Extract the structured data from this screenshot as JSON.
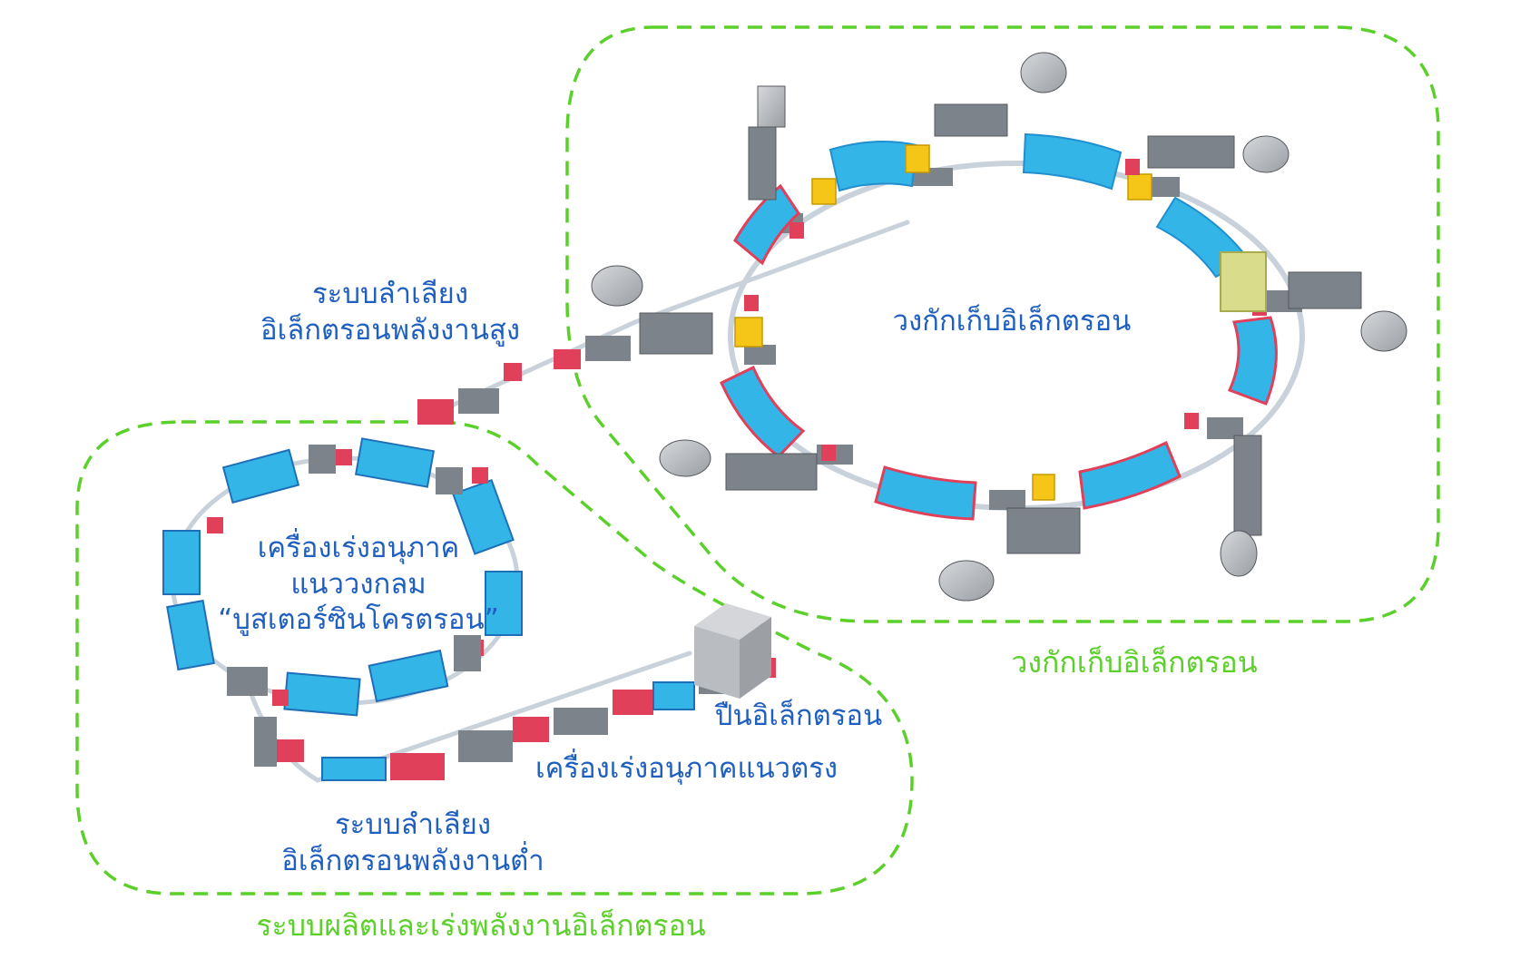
{
  "colors": {
    "label_blue": "#1f5fbf",
    "group_green": "#5cd02a",
    "magnet_blue": "#33b5e8",
    "magnet_top": "#1f8fd0",
    "quad_red": "#e0405a",
    "sextupole_yellow": "#f5c518",
    "equipment_gray": "#8a8f96",
    "gun_gray": "#b9bcc0"
  },
  "labels": {
    "high_energy_transfer": [
      "ระบบลำเลียง",
      "อิเล็กตรอนพลังงานสูง"
    ],
    "storage_ring_inner": "วงกักเก็บอิเล็กตรอน",
    "booster": [
      "เครื่องเร่งอนุภาค",
      "แนววงกลม",
      "“บูสเตอร์ซินโครตรอน”"
    ],
    "electron_gun": "ปืนอิเล็กตรอน",
    "linac": "เครื่องเร่งอนุภาคแนวตรง",
    "low_energy_transfer": [
      "ระบบลำเลียง",
      "อิเล็กตรอนพลังงานต่ำ"
    ],
    "storage_ring_group": "วงกักเก็บอิเล็กตรอน",
    "injector_group": "ระบบผลิตและเร่งพลังงานอิเล็กตรอน"
  }
}
